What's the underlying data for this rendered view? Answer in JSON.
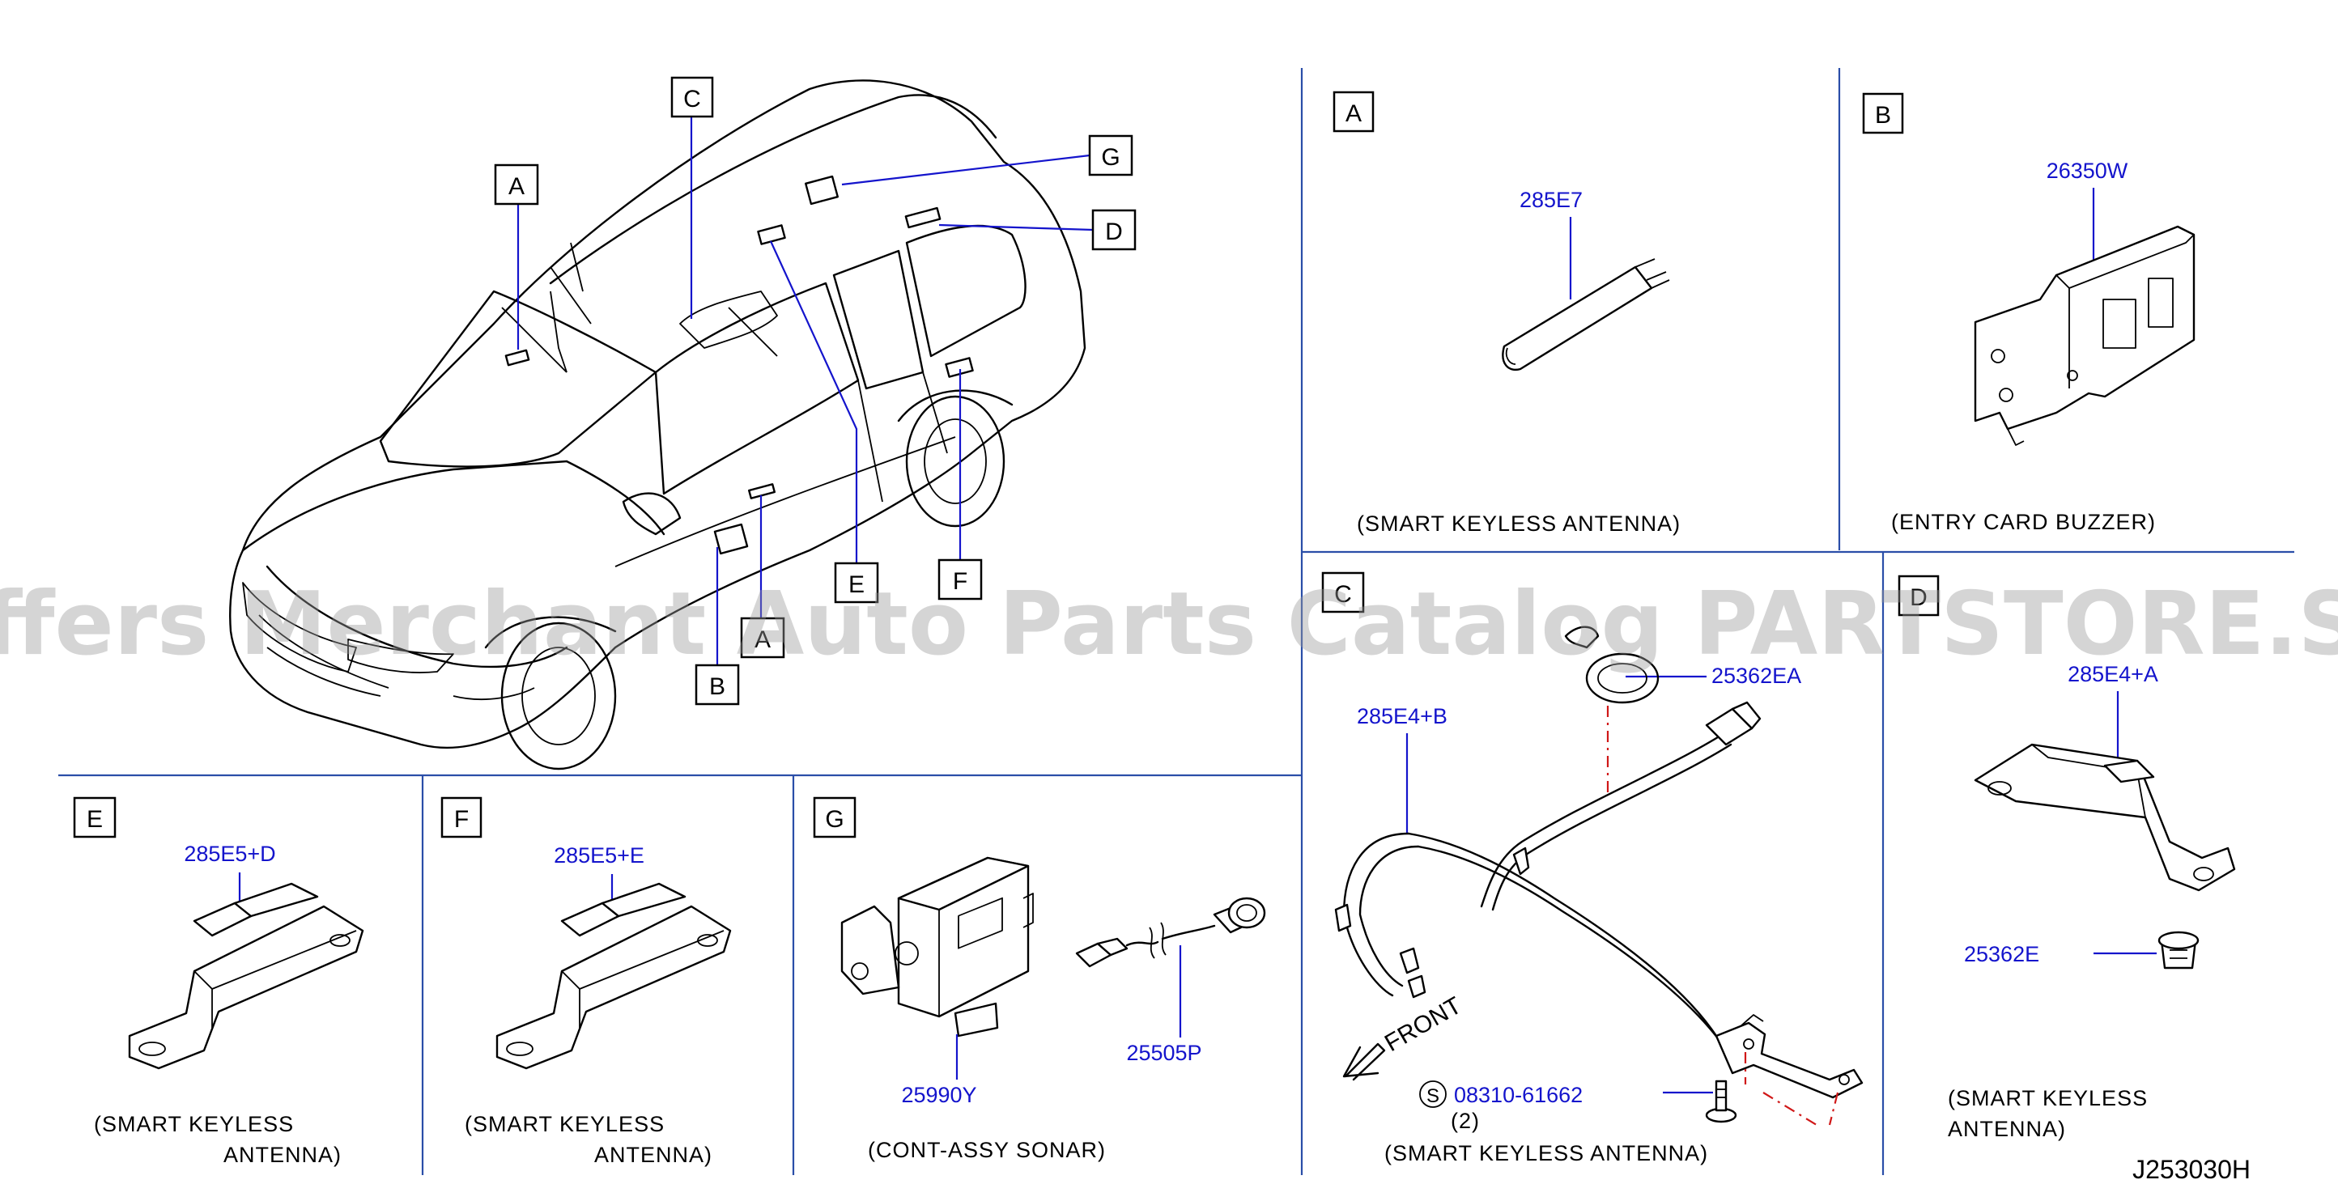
{
  "overview_callouts": [
    "A",
    "B",
    "C",
    "D",
    "E",
    "F",
    "G"
  ],
  "panels": {
    "A": {
      "letter": "A",
      "part_number": "285E7",
      "caption": "(SMART   KEYLESS   ANTENNA)"
    },
    "B": {
      "letter": "B",
      "part_number": "26350W",
      "caption": "(ENTRY   CARD   BUZZER)"
    },
    "C": {
      "letter": "C",
      "part_numbers": [
        "25362EA",
        "285E4+B",
        "08310-61662"
      ],
      "bolt_symbol": "S",
      "bolt_qty": "(2)",
      "front_label": "FRONT",
      "caption": "(SMART   KEYLESS   ANTENNA)"
    },
    "D": {
      "letter": "D",
      "part_numbers": [
        "285E4+A",
        "25362E"
      ],
      "caption_line1": "(SMART   KEYLESS",
      "caption_line2": "ANTENNA)"
    },
    "E": {
      "letter": "E",
      "part_number": "285E5+D",
      "caption_line1": "(SMART   KEYLESS",
      "caption_line2": "ANTENNA)"
    },
    "F": {
      "letter": "F",
      "part_number": "285E5+E",
      "caption_line1": "(SMART   KEYLESS",
      "caption_line2": "ANTENNA)"
    },
    "G": {
      "letter": "G",
      "part_numbers": [
        "25990Y",
        "25505P"
      ],
      "caption": "(CONT-ASSY   SONAR)"
    }
  },
  "diagram_code": "J253030H",
  "watermark": "Offers Merchant Auto Parts Catalog PARTSTORE.SA",
  "colors": {
    "part_number": "#1414cc",
    "divider": "#2a4ea8",
    "leader": "#1414cc",
    "centerline": "#d01818",
    "watermark": "#9a9a9a"
  }
}
